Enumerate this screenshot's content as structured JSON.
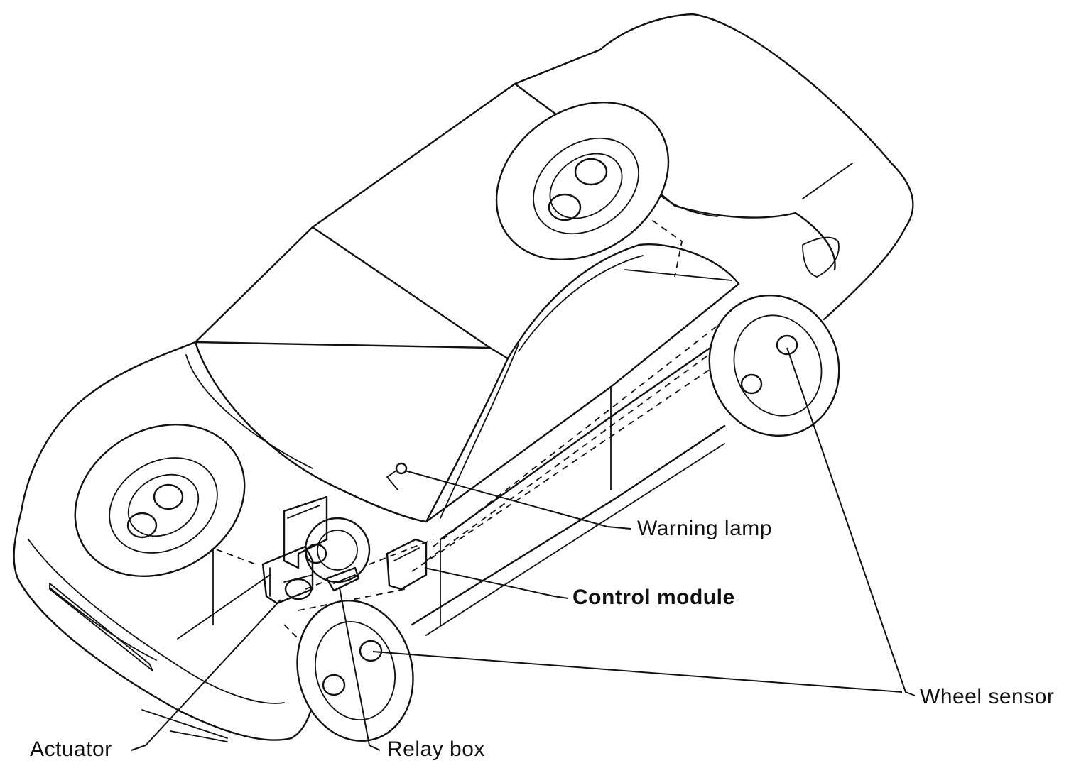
{
  "labels": {
    "warning_lamp": "Warning lamp",
    "control_module": "Control module",
    "wheel_sensor": "Wheel sensor",
    "actuator": "Actuator",
    "relay_box": "Relay box"
  },
  "colors": {
    "line": "#111111",
    "background": "#ffffff"
  }
}
